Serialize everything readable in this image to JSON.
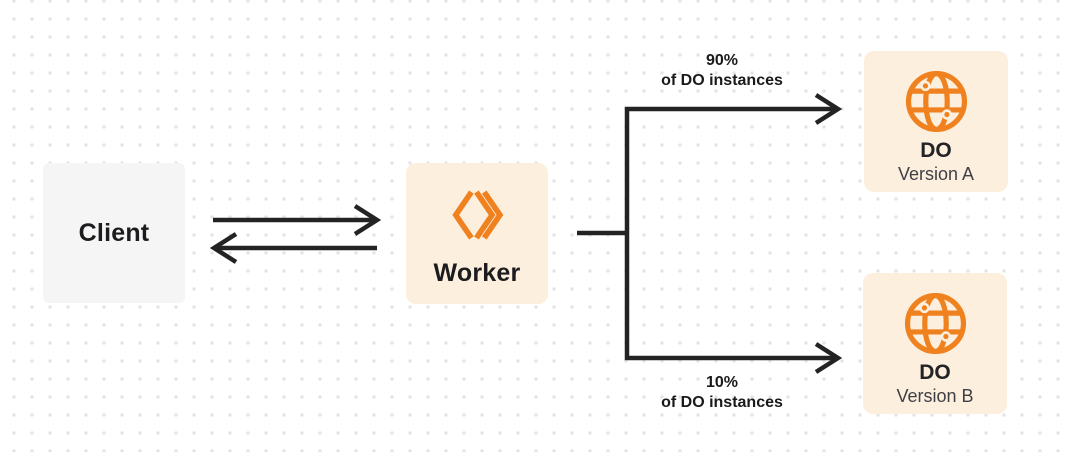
{
  "diagram": {
    "colors": {
      "accent_orange": "#F0811F",
      "node_cream": "#FCEFDE",
      "node_gray": "#F5F5F6",
      "line_dark": "#232323",
      "dot_grid": "#E4E4E7"
    },
    "nodes": {
      "client": {
        "label": "Client"
      },
      "worker": {
        "label": "Worker",
        "icon": "workers-logo-icon"
      },
      "do_version_a": {
        "title": "DO",
        "subtitle": "Version A",
        "icon": "durable-object-globe-icon"
      },
      "do_version_b": {
        "title": "DO",
        "subtitle": "Version B",
        "icon": "durable-object-globe-icon"
      }
    },
    "edges": {
      "client_worker": {
        "type": "bidirectional-arrows"
      },
      "top_branch": {
        "percent": "90%",
        "caption": "of DO instances"
      },
      "bottom_branch": {
        "percent": "10%",
        "caption": "of DO instances"
      }
    }
  }
}
